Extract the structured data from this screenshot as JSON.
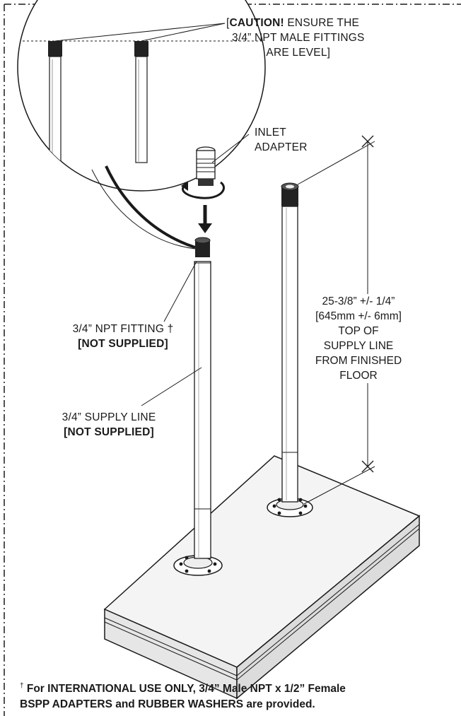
{
  "caution": {
    "open": "[",
    "bold": "CAUTION!",
    "line1_rest": " ENSURE THE",
    "line2": "3/4” NPT MALE FITTINGS",
    "line3": "ARE LEVEL]"
  },
  "inlet_adapter": {
    "line1": "INLET",
    "line2": "ADAPTER"
  },
  "fitting": {
    "line1": "3/4” NPT FITTING †",
    "line2": "[NOT SUPPLIED]"
  },
  "supply_line": {
    "line1": "3/4” SUPPLY LINE",
    "line2": "[NOT SUPPLIED]"
  },
  "dimension": {
    "line1": "25-3/8” +/- 1/4”",
    "line2": "[645mm +/- 6mm]",
    "line3": "TOP OF",
    "line4": "SUPPLY LINE",
    "line5": "FROM FINISHED",
    "line6": "FLOOR"
  },
  "footnote": {
    "dagger": "†",
    "line1": " For INTERNATIONAL USE ONLY, 3/4” Male  NPT x 1/2” Female",
    "line2": "BSPP ADAPTERS and RUBBER WASHERS are provided."
  },
  "colors": {
    "ink": "#1a1a1a",
    "pipe_fill": "#ffffff",
    "platform_top": "#f2f2f2",
    "platform_side": "#e4e4e4"
  }
}
